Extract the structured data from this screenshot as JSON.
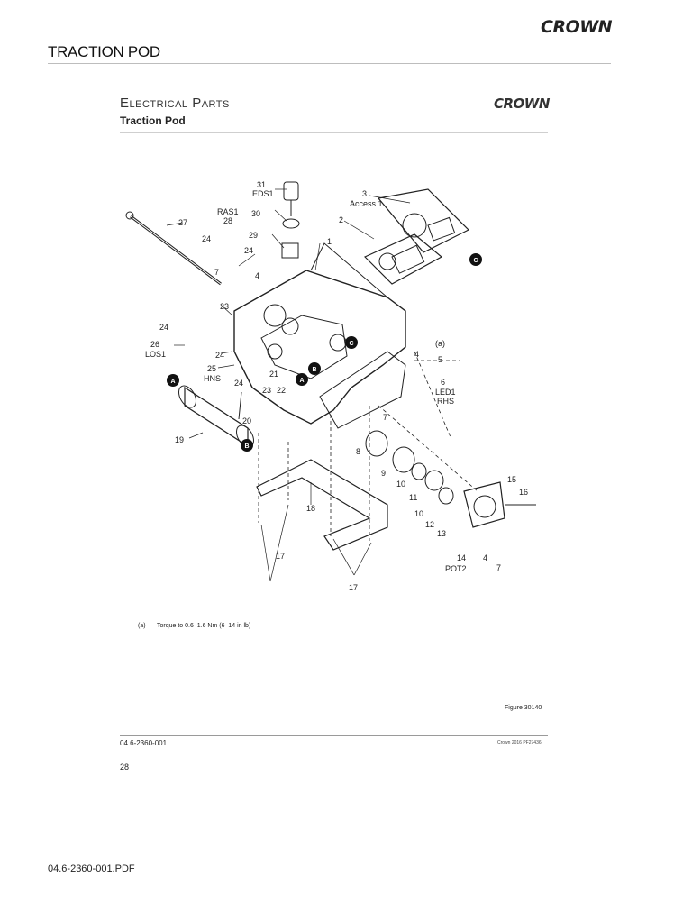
{
  "header": {
    "title": "TRACTION POD",
    "brand": "CROWN"
  },
  "section": {
    "title": "Electrical Parts",
    "subtitle": "Traction Pod",
    "brand": "CROWN"
  },
  "diagram": {
    "labels": [
      "31",
      "EDS1",
      "3",
      "Access 1",
      "RAS1",
      "28",
      "27",
      "30",
      "2",
      "24",
      "29",
      "24",
      "1",
      "7",
      "4",
      "23",
      "24",
      "26",
      "LOS1",
      "24",
      "25",
      "HNS",
      "21",
      "24",
      "23",
      "22",
      "(a)",
      "4",
      "5",
      "6",
      "LED1",
      "RHS",
      "7",
      "20",
      "19",
      "8",
      "9",
      "10",
      "11",
      "15",
      "16",
      "10",
      "12",
      "18",
      "13",
      "14",
      "POT2",
      "4",
      "7",
      "17",
      "17"
    ],
    "callouts": [
      "A",
      "A",
      "B",
      "B",
      "C",
      "C"
    ]
  },
  "notes": [
    {
      "mark": "(a)",
      "text": "Torque to 0.6–1.6 Nm (6–14 in lb)"
    }
  ],
  "figure": "Figure 30140",
  "doc_number": "04.6-2360-001",
  "copyright": "Crown 2016 PF27436",
  "page_number": "28",
  "footer": {
    "file": "04.6-2360-001.PDF"
  }
}
